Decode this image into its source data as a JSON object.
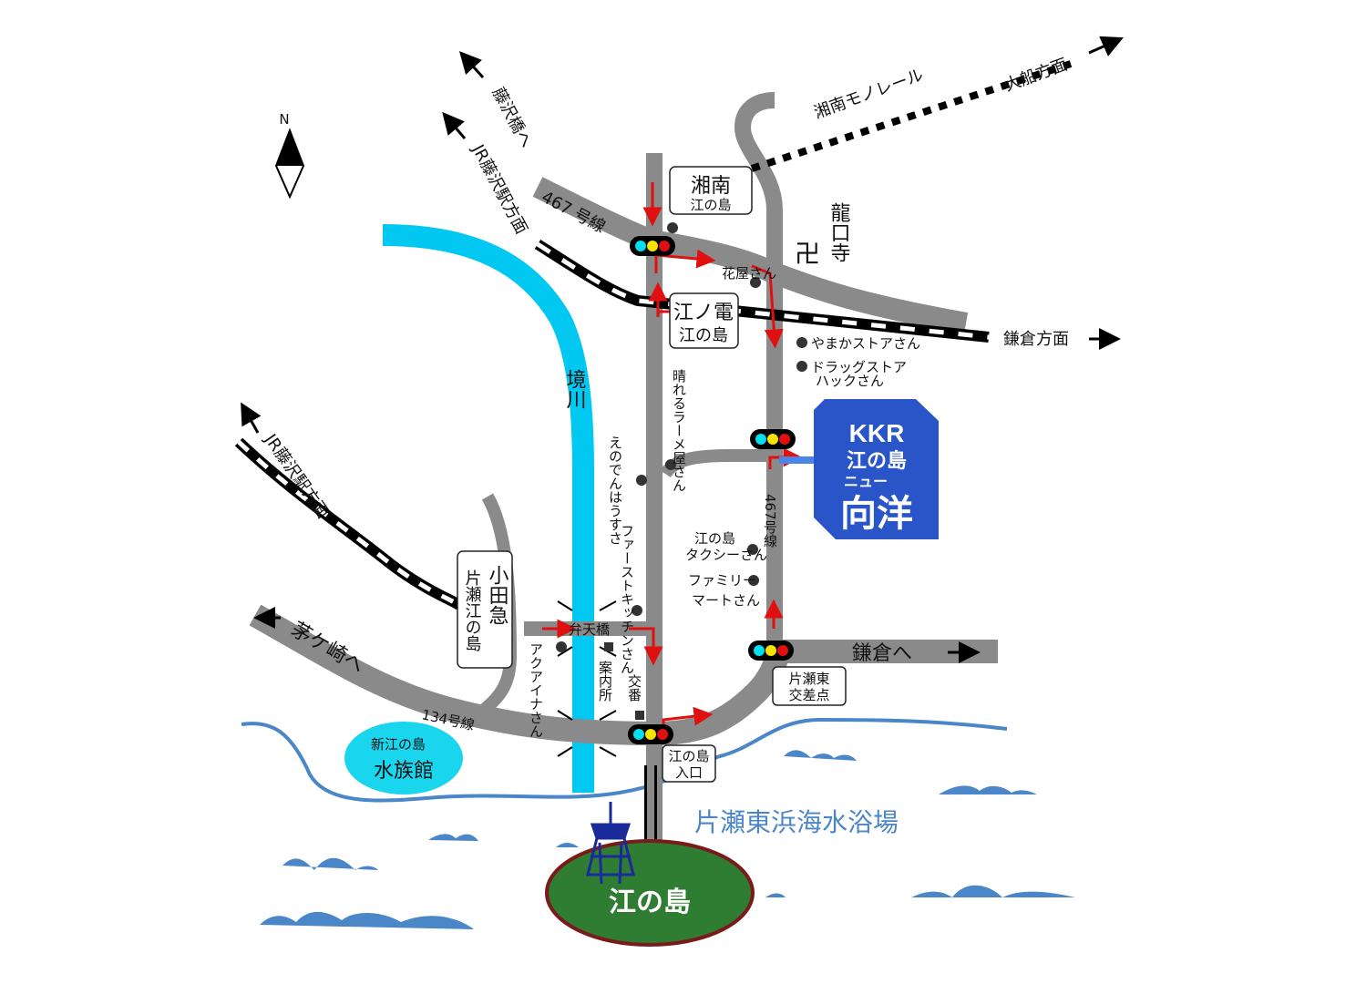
{
  "compass": {
    "north_label": "N"
  },
  "routes": {
    "fujisawa_bashi": "藤沢橋へ",
    "jr_fujisawa_top": "JR藤沢駅方面",
    "jr_fujisawa_left": "JR藤沢駅方面",
    "monorail": "湘南モノレール",
    "ofuna": "大船方面",
    "kamakura_east": "鎌倉方面",
    "kamakura_he": "鎌倉へ",
    "chigasaki": "茅ケ崎へ"
  },
  "roads": {
    "r467_top": "467 号線",
    "r467_right": "467号線",
    "r134": "134号線"
  },
  "river": {
    "name": "境川"
  },
  "temple": {
    "name": "龍口寺",
    "symbol": "卍"
  },
  "stations": {
    "shonan_line1": "湘南",
    "shonan_line2": "江の島",
    "enoden_line1": "江ノ電",
    "enoden_line2": "江の島",
    "odakyu_line1": "小田急",
    "odakyu_line2": "片瀬江の島"
  },
  "shops": {
    "hanaya": "花屋さん",
    "yamaka": "やまかストアさん",
    "drugstore_line1": "ドラッグストア",
    "drugstore_line2": "ハックさん",
    "ramen": "晴れるラーメ屋さん",
    "enodenhouse": "えのでんはうすさ",
    "taxi_line1": "江の島",
    "taxi_line2": "タクシーさん",
    "familymart_line1": "ファミリー",
    "familymart_line2": "マートさん",
    "firstkitchen": "ファーストキッチンさん",
    "aquaina": "アクアイナさん",
    "info": "案内所",
    "koban": "交番"
  },
  "bridge": {
    "name": "弁天橋"
  },
  "intersections": {
    "katase_line1": "片瀬東",
    "katase_line2": "交差点",
    "enoshima_entrance_line1": "江の島",
    "enoshima_entrance_line2": "入口"
  },
  "aquarium": {
    "line1": "新江の島",
    "line2": "水族館"
  },
  "beach": {
    "name": "片瀬東浜海水浴場"
  },
  "island": {
    "name": "江の島"
  },
  "hotel": {
    "line1": "KKR",
    "line2": "江の島",
    "line3": "ニュー",
    "line4": "向洋"
  },
  "colors": {
    "road": "#8a8a8a",
    "river": "#00c8f0",
    "hotel_bg": "#2a55c8",
    "arrow": "#e01010",
    "island": "#2e7d32",
    "sea": "#4a86c8",
    "aquarium": "#19d6ee"
  }
}
